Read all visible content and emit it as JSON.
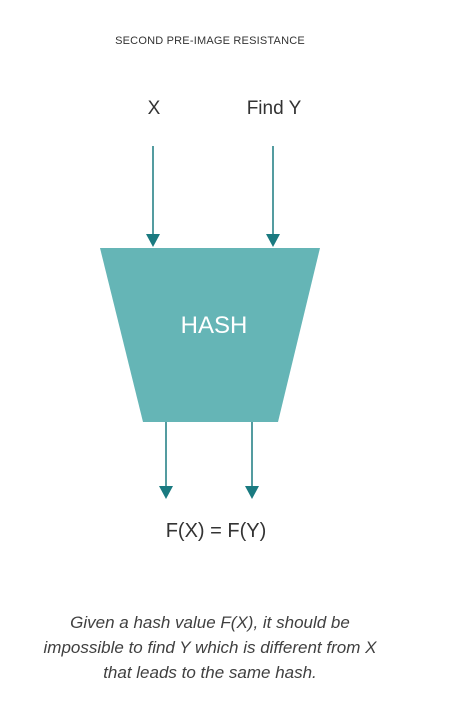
{
  "diagram": {
    "title": "SECOND PRE-IMAGE RESISTANCE",
    "input_x": "X",
    "input_y": "Find Y",
    "hash_label": "HASH",
    "output_equation": "F(X) = F(Y)",
    "caption": "Given a hash value F(X), it should be impossible to find Y which is different from X that leads to the same hash."
  },
  "colors": {
    "hash_fill": "#65b5b6",
    "arrow": "#1a7a80",
    "text": "#333333"
  }
}
